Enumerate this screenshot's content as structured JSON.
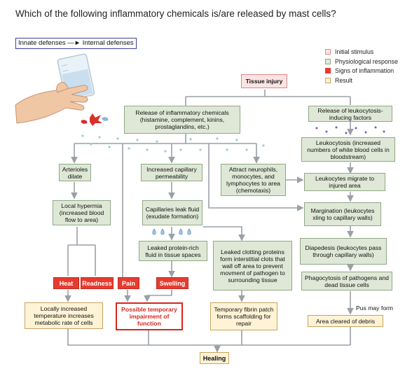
{
  "question": "Which of the following inflammatory chemicals is/are released by mast cells?",
  "breadcrumb": {
    "from": "Innate defenses",
    "to": "Internal defenses"
  },
  "legend": {
    "initial_stimulus": "Initial stimulus",
    "physiological_response": "Physiological response",
    "signs_of_inflammation": "Signs of inflammation",
    "result": "Result"
  },
  "colors": {
    "stimulus": "#fbe3e3",
    "response": "#dfe8d6",
    "sign": "#e63b2e",
    "result": "#fff3d6",
    "arrow": "#9aa0a6"
  },
  "nodes": {
    "tissue_injury": "Tissue injury",
    "release_chemicals": "Release of inflammatory chemicals (histamine, complement, kinins, prostaglandins, etc.)",
    "release_leukocytosis": "Release of leukocytosis-inducing factors",
    "leukocytosis": "Leukocytosis (increased numbers of white blood cells in bloodstream)",
    "arterioles": "Arterioles dilate",
    "capillary_perm": "Increased capillary permeability",
    "attract": "Attract neurophils, monocytes, and lymphocytes to area (chemotaxis)",
    "leuk_migrate": "Leukocytes migrate to injured area",
    "local_hyperemia": "Local hypermia (increased blood flow to area)",
    "capillaries_leak": "Capillaries leak fluid (exudate formation)",
    "margination": "Margination (leukocytes xling to capillary walls)",
    "leaked_protein": "Leaked protein-rich fluid in tissue spaces",
    "leaked_clotting": "Leaked clotting proteins form interstitial clots that wall off area to prevent movment of pathogen to surrounding tissue",
    "diapedesis": "Diapedesis (leukocytes pass through capillary walls)",
    "heat": "Heat",
    "readness": "Readness",
    "pain": "Pain",
    "swelling": "Swelling",
    "phagocytosis": "Phagocytosis of pathogens and dead tissue cells",
    "locally_increased": "Locally increased temperature increases metabolic rate of cells",
    "possible_impairment": "Possible temporary impairment of function",
    "fibrin": "Temporary fibrin patch forms scaffolding for repair",
    "pus": "Pus may form",
    "area_cleared": "Area cleared of debris",
    "healing": "Healing"
  }
}
